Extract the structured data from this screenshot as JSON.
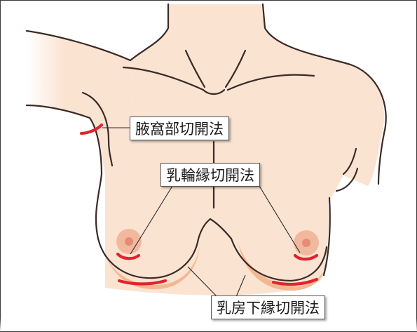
{
  "labels": {
    "axillary": "腋窩部切開法",
    "periareolar": "乳輪縁切開法",
    "inframammary": "乳房下縁切開法"
  },
  "colors": {
    "skin": "#fbe3d2",
    "skin_shade": "#f3b892",
    "areola": "#f2b89e",
    "nipple": "#e48c78",
    "outline": "#3b2a26",
    "incision": "#e0242e",
    "leader": "#2a2a2a"
  }
}
